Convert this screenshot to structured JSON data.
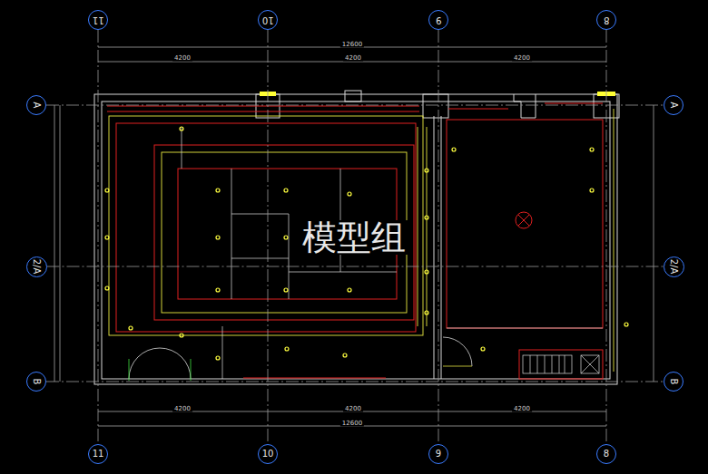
{
  "diagram": {
    "nodes": [
      {
        "text": [
          "11"
        ]
      },
      {
        "text": [
          "10"
        ]
      },
      {
        "text": [
          "9"
        ]
      },
      {
        "text": [
          "8"
        ]
      },
      {
        "text": [
          "11"
        ]
      },
      {
        "text": [
          "10"
        ]
      },
      {
        "text": [
          "9"
        ]
      },
      {
        "text": [
          "8"
        ]
      },
      {
        "text": [
          "A"
        ]
      },
      {
        "text": [
          "2/A"
        ]
      },
      {
        "text": [
          "B"
        ]
      },
      {
        "text": [
          "A"
        ]
      },
      {
        "text": [
          "2/A"
        ]
      },
      {
        "text": [
          "B"
        ]
      }
    ],
    "edges": [
      {
        "from": 0,
        "to": 4,
        "arrow": "none"
      },
      {
        "from": 1,
        "to": 5,
        "arrow": "none"
      },
      {
        "from": 2,
        "to": 6,
        "arrow": "none"
      },
      {
        "from": 3,
        "to": 7,
        "arrow": "none"
      },
      {
        "from": 8,
        "to": 11,
        "arrow": "none"
      },
      {
        "from": 9,
        "to": 12,
        "arrow": "none"
      },
      {
        "from": 10,
        "to": 13,
        "arrow": "none"
      }
    ],
    "labels": [
      "12600",
      "4200",
      "4200",
      "4200",
      "4200",
      "4200",
      "4200",
      "12600",
      "模型组"
    ]
  }
}
